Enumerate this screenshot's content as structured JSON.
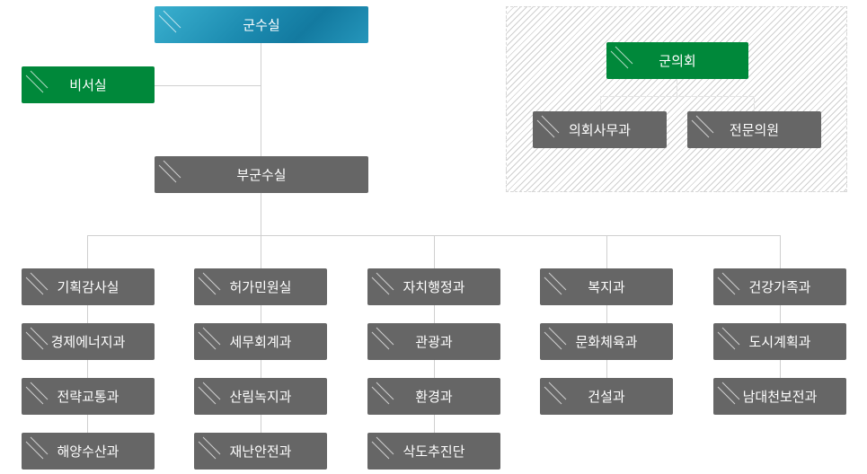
{
  "top": {
    "governor": "군수실",
    "secretary": "비서실",
    "deputy": "부군수실"
  },
  "council": {
    "head": "군의회",
    "offices": [
      "의회사무과",
      "전문의원"
    ]
  },
  "departments": [
    [
      "기획감사실",
      "경제에너지과",
      "전략교통과",
      "해양수산과"
    ],
    [
      "허가민원실",
      "세무회계과",
      "산림녹지과",
      "재난안전과"
    ],
    [
      "자치행정과",
      "관광과",
      "환경과",
      "삭도추진단"
    ],
    [
      "복지과",
      "문화체육과",
      "건설과"
    ],
    [
      "건강가족과",
      "도시계획과",
      "남대천보전과"
    ]
  ],
  "colors": {
    "gray_box": "#666666",
    "green_box": "#00883a",
    "blue_box": "#1c8bb0",
    "connector": "#cfcfcf"
  }
}
